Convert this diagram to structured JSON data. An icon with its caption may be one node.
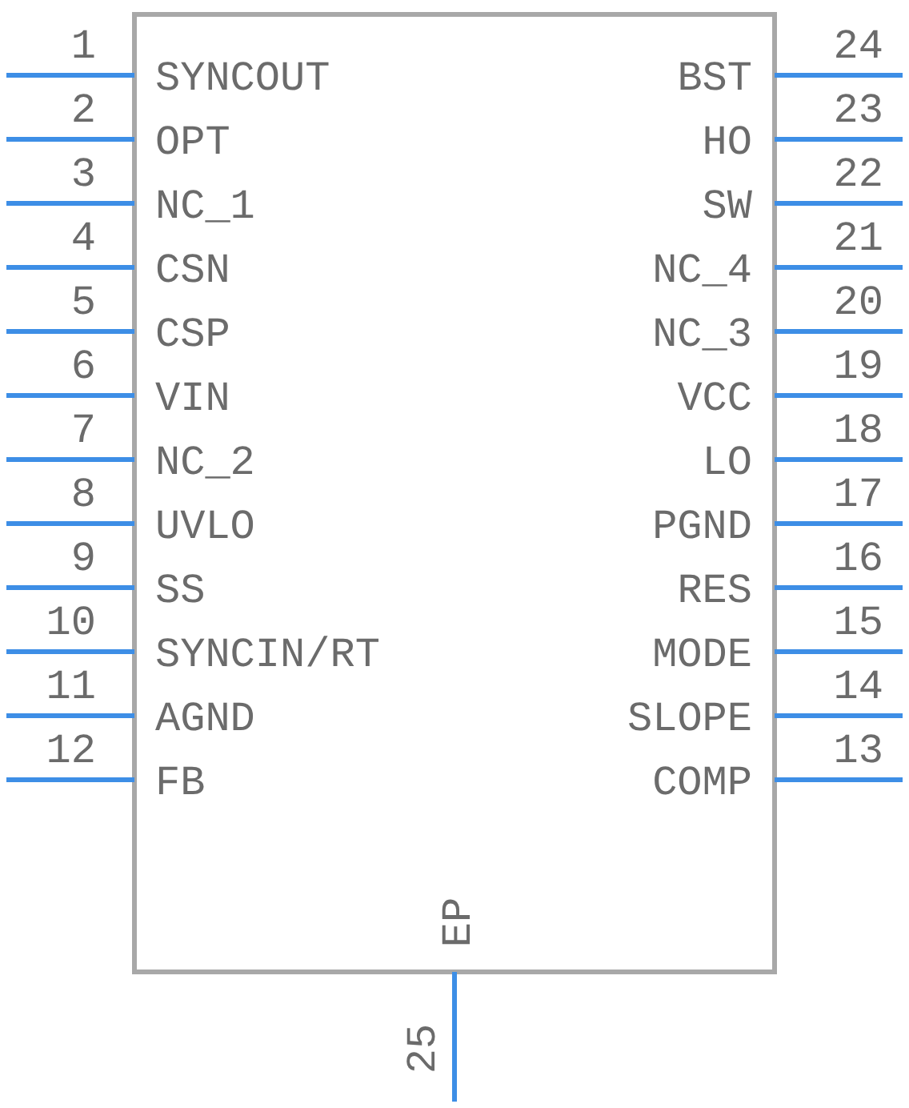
{
  "diagram": {
    "labels": [
      "1",
      "SYNCOUT",
      "2",
      "OPT",
      "3",
      "NC_1",
      "4",
      "CSN",
      "5",
      "CSP",
      "6",
      "VIN",
      "7",
      "NC_2",
      "8",
      "UVLO",
      "9",
      "SS",
      "10",
      "SYNCIN/RT",
      "11",
      "AGND",
      "12",
      "FB",
      "24",
      "BST",
      "23",
      "HO",
      "22",
      "SW",
      "21",
      "NC_4",
      "20",
      "NC_3",
      "19",
      "VCC",
      "18",
      "LO",
      "17",
      "PGND",
      "16",
      "RES",
      "15",
      "MODE",
      "14",
      "SLOPE",
      "13",
      "COMP",
      "EP",
      "25"
    ]
  }
}
